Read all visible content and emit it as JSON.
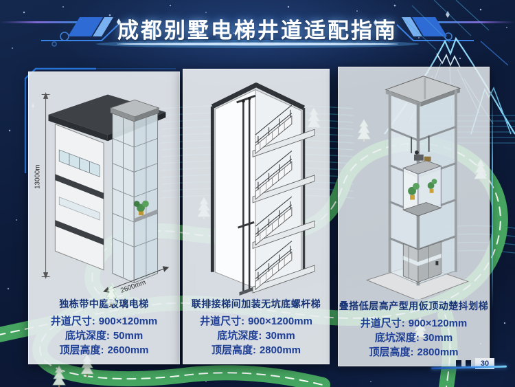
{
  "header": {
    "title": "成都别墅电梯井道适配指南"
  },
  "panels": [
    {
      "title": "独栋带中庭玻璃电梯",
      "specs": [
        {
          "label": "井道尺寸:",
          "value": "900×120mm"
        },
        {
          "label": "底坑深度:",
          "value": "50mm"
        },
        {
          "label": "顶层高度:",
          "value": "2600mm"
        }
      ],
      "dims": {
        "height_label": "13000m",
        "width_label": "2600mm"
      }
    },
    {
      "title": "联排接梯间加装无坑底螺杆梯",
      "specs": [
        {
          "label": "井道尺寸:",
          "value": "900×1200mm"
        },
        {
          "label": "底坑深度:",
          "value": "30mm"
        },
        {
          "label": "顶层高度:",
          "value": "2800mm"
        }
      ]
    },
    {
      "title": "叠搭低层高产型用仮顶动楚抖划梯",
      "specs": [
        {
          "label": "井道尺寸:",
          "value": "900×120mm"
        },
        {
          "label": "底坑深度:",
          "value": "30mm"
        },
        {
          "label": "顶层高度:",
          "value": "2800mm"
        }
      ]
    }
  ],
  "footer": {
    "page_marker": "30"
  },
  "colors": {
    "background_navy": "#0d1b3a",
    "accent_cyan": "#79d2f4",
    "accent_blue": "#2f6fd8",
    "panel_bg": "#e9edf0",
    "text_navy": "#1d3e96",
    "road_green": "#46a560",
    "title_white": "#ffffff"
  }
}
